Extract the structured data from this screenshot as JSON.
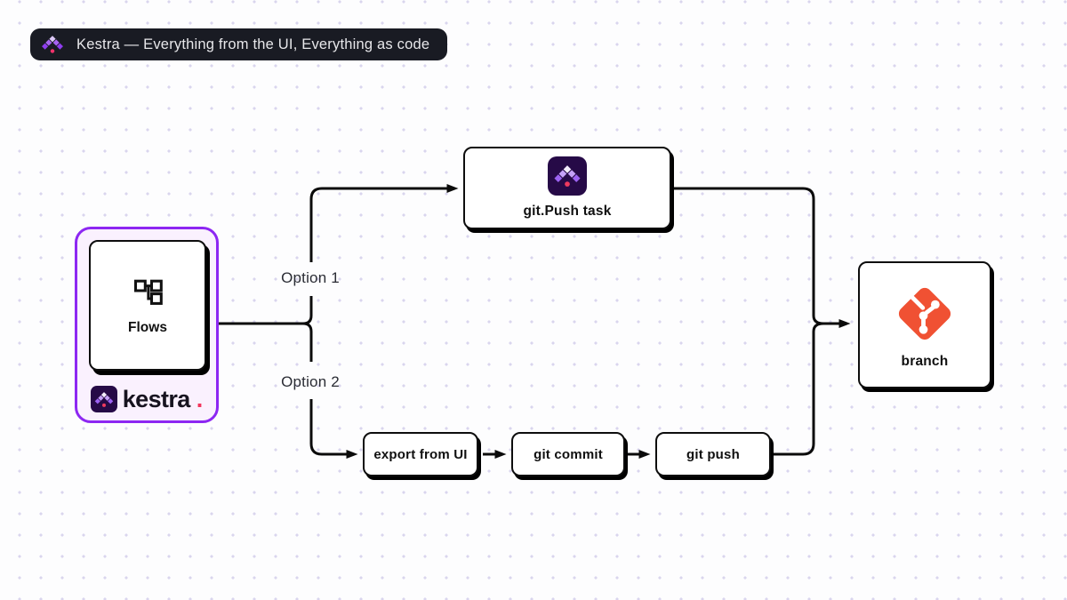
{
  "colors": {
    "kestra_purple": "#8D27F2",
    "kestra_purple_bg": "#FAF1FE",
    "kestra_dark_square": "#260A47",
    "git_orange": "#F05133",
    "badge_bg": "#191B23",
    "accent_pink": "#EF3A5F",
    "line_color": "#0B0B0B"
  },
  "badge": {
    "icon": "kestra-logo-icon",
    "label": "Kestra — Everything from the UI, Everything as code"
  },
  "diagram": {
    "flows": {
      "label": "Flows",
      "icon": "flow-icon"
    },
    "brand": {
      "name": "kestra",
      "dot": "."
    },
    "options": {
      "option1": "Option 1",
      "option2": "Option 2"
    },
    "git_push_task": {
      "label": "git.Push task",
      "icon": "kestra-icon"
    },
    "export_from_ui": {
      "label": "export from UI"
    },
    "git_commit": {
      "label": "git commit"
    },
    "git_push": {
      "label": "git push"
    },
    "branch": {
      "label": "branch",
      "icon": "git-branch-icon"
    }
  }
}
